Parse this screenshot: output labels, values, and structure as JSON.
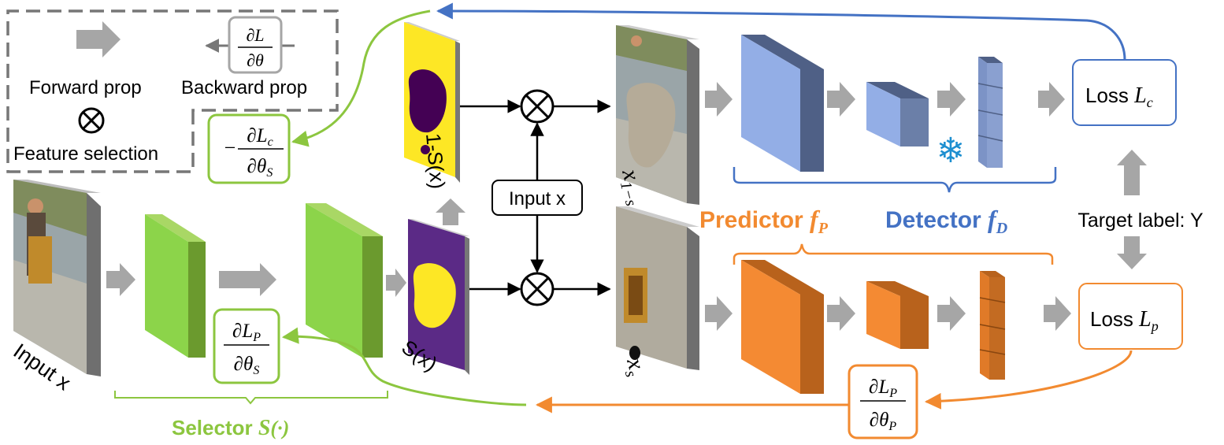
{
  "legend": {
    "forward_label": "Forward prop",
    "backward_label": "Backward prop",
    "feature_selection_label": "Feature selection",
    "grad_num": "∂L",
    "grad_den": "∂θ"
  },
  "labels": {
    "input_x_rotated": "Input x",
    "input_x_box": "Input x",
    "s_of_x": "S(x)",
    "one_minus_s_of_x": "1-S(x)",
    "x_s_base": "x",
    "x_s_sub": "s",
    "x_1ms_base": "x",
    "x_1ms_sub": "1−s",
    "target_label": "Target label: Y",
    "snowflake": "❄"
  },
  "losses": {
    "lc_text": "Loss ",
    "lc_sym": "L",
    "lc_sub": "c",
    "lp_text": "Loss ",
    "lp_sym": "L",
    "lp_sub": "p"
  },
  "gradients": {
    "c_minus": "−",
    "c_num": "∂L",
    "c_num_sub": "c",
    "c_den": "∂θ",
    "c_den_sub": "S",
    "ps_num": "∂L",
    "ps_num_sub": "P",
    "ps_den": "∂θ",
    "ps_den_sub": "S",
    "pp_num": "∂L",
    "pp_num_sub": "P",
    "pp_den": "∂θ",
    "pp_den_sub": "P"
  },
  "braces": {
    "selector_text": "Selector ",
    "selector_sym": "S",
    "selector_arg": "(·)",
    "predictor_text": "Predictor ",
    "predictor_sym": "f",
    "predictor_sub": "P",
    "detector_text": "Detector ",
    "detector_sym": "f",
    "detector_sub": "D"
  },
  "colors": {
    "green": "#8cc63f",
    "green_dark": "#6b9a2e",
    "orange": "#f28a30",
    "orange_dark": "#b8621c",
    "blue": "#4472c4",
    "blue_light": "#93aee6",
    "blue_dark": "#5a6f9c",
    "gray_arrow": "#a6a6a6",
    "yellow": "#fde725",
    "purple": "#440154",
    "violet": "#5b2a86",
    "snow": "#1d8fd0"
  }
}
